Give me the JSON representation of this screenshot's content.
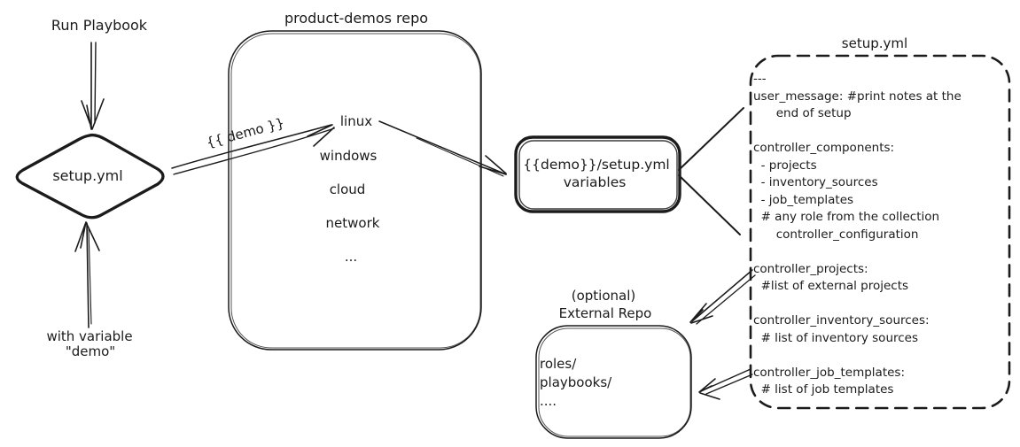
{
  "colors": {
    "stroke": "#1b1b1b",
    "background": "#ffffff"
  },
  "left_flow": {
    "run_playbook_label": "Run Playbook",
    "diamond_label": "setup.yml",
    "with_variable_label": "with variable",
    "demo_quote_label": "\"demo\""
  },
  "repo_box": {
    "title": "product-demos repo",
    "items": [
      "linux",
      "windows",
      "cloud",
      "network",
      "..."
    ]
  },
  "demo_arrow_label": "{{ demo }}",
  "variables_box": {
    "line1": "{{demo}}/setup.yml",
    "line2": "variables"
  },
  "setup_yml_box": {
    "title": "setup.yml",
    "lines": [
      "---",
      "user_message: #print notes at the",
      "      end of setup",
      "",
      "controller_components:",
      "  - projects",
      "  - inventory_sources",
      "  - job_templates",
      "  # any role from the collection",
      "      controller_configuration",
      "",
      "controller_projects:",
      "  #list of external projects",
      "",
      "controller_inventory_sources:",
      "  # list of inventory sources",
      "",
      "controller_job_templates:",
      "  # list of job templates"
    ]
  },
  "external_repo_box": {
    "optional_label": "(optional)",
    "title": "External Repo",
    "lines": [
      "roles/",
      "playbooks/",
      "...."
    ]
  }
}
